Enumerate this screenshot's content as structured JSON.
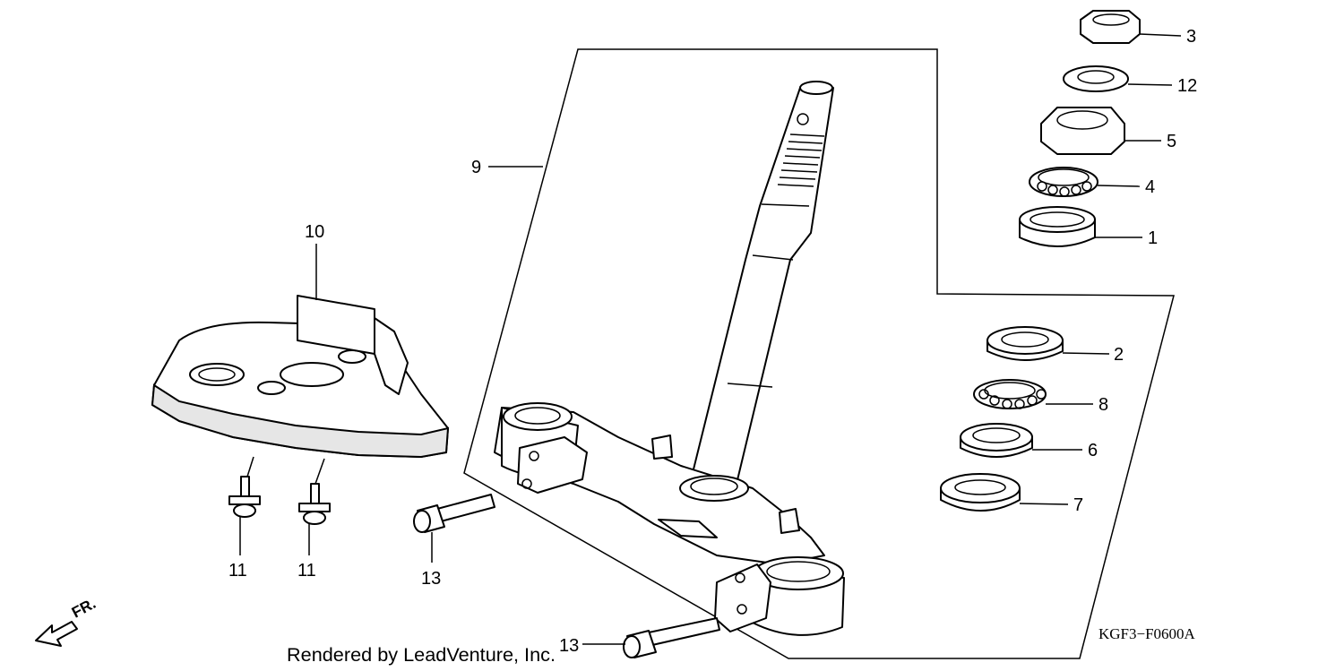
{
  "diagram": {
    "callouts": [
      {
        "id": "c3",
        "label": "3"
      },
      {
        "id": "c12",
        "label": "12"
      },
      {
        "id": "c5",
        "label": "5"
      },
      {
        "id": "c4",
        "label": "4"
      },
      {
        "id": "c1",
        "label": "1"
      },
      {
        "id": "c2",
        "label": "2"
      },
      {
        "id": "c8",
        "label": "8"
      },
      {
        "id": "c6",
        "label": "6"
      },
      {
        "id": "c7",
        "label": "7"
      },
      {
        "id": "c9",
        "label": "9"
      },
      {
        "id": "c10",
        "label": "10"
      },
      {
        "id": "c11a",
        "label": "11"
      },
      {
        "id": "c11b",
        "label": "11"
      },
      {
        "id": "c13a",
        "label": "13"
      },
      {
        "id": "c13b",
        "label": "13"
      }
    ],
    "credit": "Rendered by LeadVenture, Inc.",
    "diagram_code": "KGF3−F0600A",
    "direction_label": "FR."
  }
}
